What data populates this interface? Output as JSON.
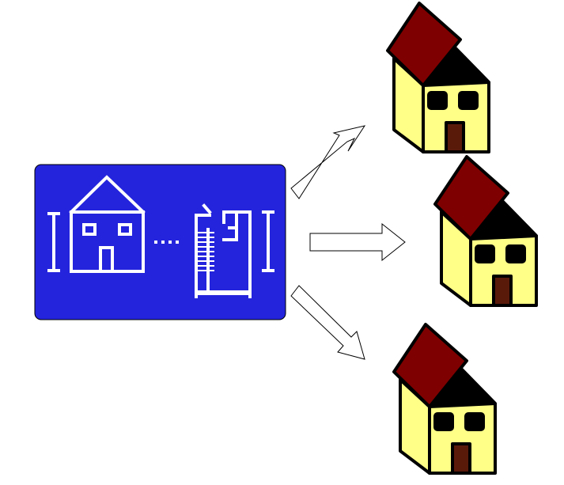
{
  "diagram": {
    "blueprint": {
      "label": "",
      "background_color": "#2424dd",
      "line_color": "#ffffff"
    },
    "arrows": [
      {
        "direction": "up-right",
        "target": "house-top"
      },
      {
        "direction": "right",
        "target": "house-middle"
      },
      {
        "direction": "down-right",
        "target": "house-bottom"
      }
    ],
    "houses": [
      {
        "id": "house-top",
        "wall_color": "#ffff88",
        "roof_color": "#7f0000",
        "door_color": "#5a1a0a"
      },
      {
        "id": "house-middle",
        "wall_color": "#ffff88",
        "roof_color": "#7f0000",
        "door_color": "#5a1a0a"
      },
      {
        "id": "house-bottom",
        "wall_color": "#ffff88",
        "roof_color": "#7f0000",
        "door_color": "#5a1a0a"
      }
    ]
  }
}
